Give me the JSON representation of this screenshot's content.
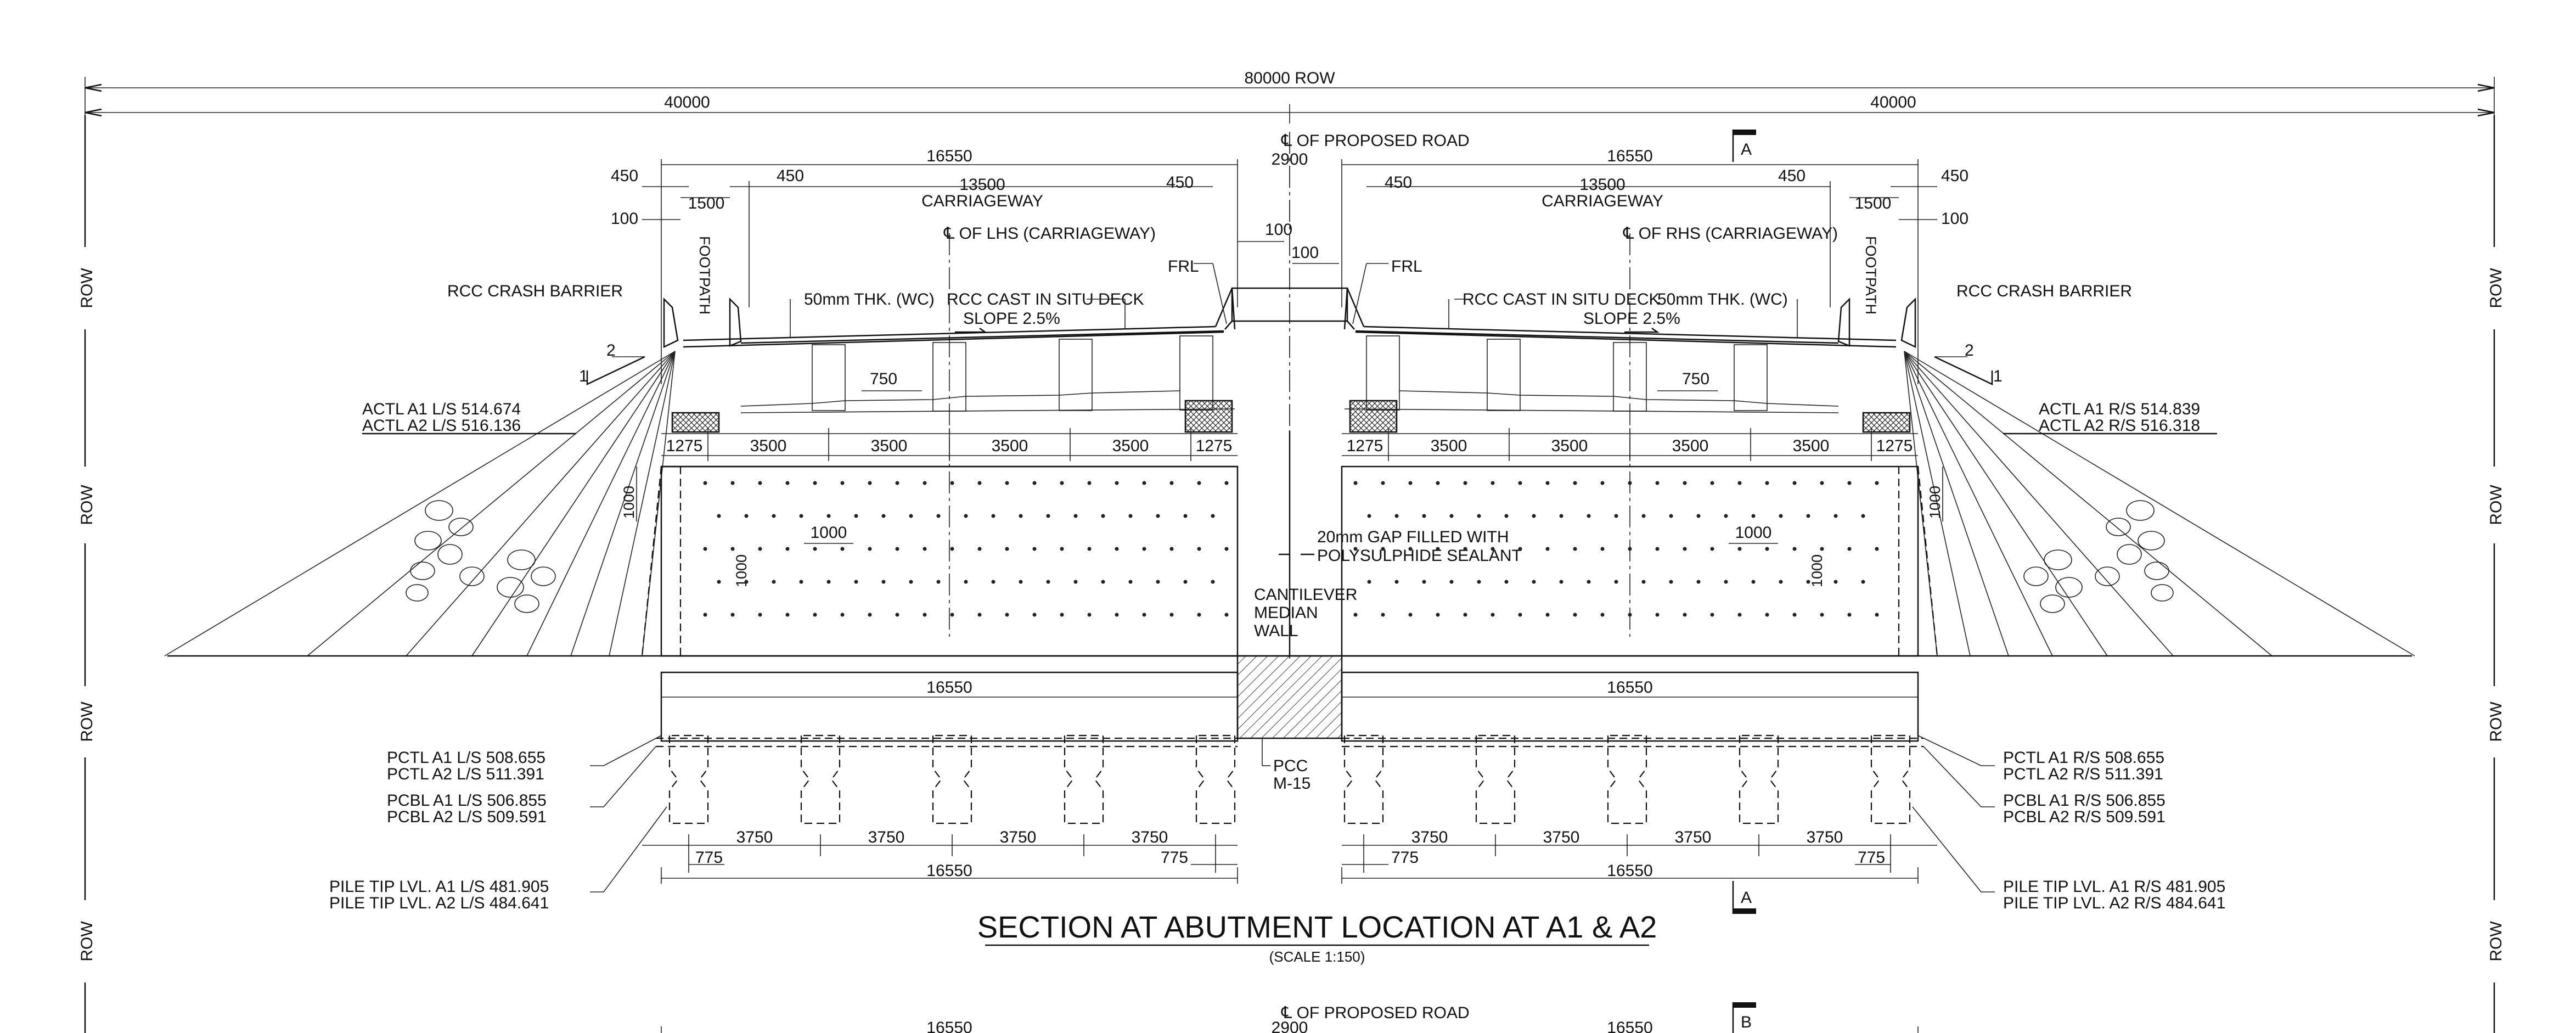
{
  "top": {
    "row_total": "80000 ROW",
    "half_left": "40000",
    "half_right": "40000",
    "centerline_label": "℄ OF PROPOSED ROAD",
    "median_width": "2900",
    "section_marker_top": "A"
  },
  "lhs": {
    "width": "16550",
    "barrier_w": "450",
    "kerb_w": "450",
    "offset": "100",
    "footpath_w": "1500",
    "carriageway_w": "13500",
    "carriageway_label": "CARRIAGEWAY",
    "edge_450": "450",
    "cl_label": "℄ OF LHS (CARRIAGEWAY)",
    "footpath_label": "FOOTPATH",
    "crash_barrier": "RCC CRASH BARRIER",
    "wc_label": "50mm THK. (WC)",
    "deck_label": "RCC CAST IN SITU DECK",
    "slope_label": "SLOPE 2.5%",
    "frl": "FRL",
    "slope_h": "2",
    "slope_v": "1",
    "actl1": "ACTL A1 L/S 514.674",
    "actl2": "ACTL A2 L/S 516.136",
    "bearing_spacing": "750",
    "girders": [
      "1275",
      "3500",
      "3500",
      "3500",
      "3500",
      "1275"
    ],
    "wall_h": "1000",
    "grid_x": "1000",
    "grid_y": "1000",
    "pile_cap_w": "16550",
    "pctl1": "PCTL A1 L/S 508.655",
    "pctl2": "PCTL A2 L/S 511.391",
    "pcbl1": "PCBL A1 L/S 506.855",
    "pcbl2": "PCBL A2 L/S 509.591",
    "pile_spacing": [
      "3750",
      "3750",
      "3750",
      "3750"
    ],
    "edge_775a": "775",
    "edge_775b": "775",
    "bottom_w": "16550",
    "pile_tip1": "PILE TIP LVL. A1 L/S 481.905",
    "pile_tip2": "PILE TIP LVL. A2 L/S 484.641"
  },
  "median": {
    "gap_100_a": "100",
    "gap_100_b": "100",
    "gap_label_1": "20mm GAP FILLED WITH",
    "gap_label_2": "POLYSULPHIDE SEALANT",
    "wall_1": "CANTILEVER",
    "wall_2": "MEDIAN",
    "wall_3": "WALL",
    "pcc_1": "PCC",
    "pcc_2": "M-15"
  },
  "rhs": {
    "width": "16550",
    "barrier_w": "450",
    "kerb_w": "450",
    "offset": "100",
    "footpath_w": "1500",
    "carriageway_w": "13500",
    "carriageway_label": "CARRIAGEWAY",
    "edge_450": "450",
    "cl_label": "℄ OF RHS (CARRIAGEWAY)",
    "footpath_label": "FOOTPATH",
    "crash_barrier": "RCC CRASH BARRIER",
    "wc_label": "50mm THK. (WC)",
    "deck_label": "RCC CAST IN SITU DECK",
    "slope_label": "SLOPE 2.5%",
    "frl": "FRL",
    "slope_h": "2",
    "slope_v": "1",
    "actl1": "ACTL A1 R/S 514.839",
    "actl2": "ACTL A2 R/S 516.318",
    "bearing_spacing": "750",
    "girders": [
      "1275",
      "3500",
      "3500",
      "3500",
      "3500",
      "1275"
    ],
    "wall_h": "1000",
    "grid_x": "1000",
    "grid_y": "1000",
    "pile_cap_w": "16550",
    "pctl1": "PCTL A1 R/S 508.655",
    "pctl2": "PCTL A2 R/S 511.391",
    "pcbl1": "PCBL A1 R/S 506.855",
    "pcbl2": "PCBL A2 R/S 509.591",
    "pile_spacing": [
      "3750",
      "3750",
      "3750",
      "3750"
    ],
    "edge_775a": "775",
    "edge_775b": "775",
    "bottom_w": "16550",
    "pile_tip1": "PILE TIP LVL. A1 R/S 481.905",
    "pile_tip2": "PILE TIP LVL. A2 R/S 484.641"
  },
  "row_label": "ROW",
  "section_marker_bottom": "A",
  "title": "SECTION AT ABUTMENT LOCATION AT A1 & A2",
  "scale": "(SCALE   1:150)",
  "next": {
    "centerline_label": "℄ OF PROPOSED ROAD",
    "median_width": "2900",
    "left_w": "16550",
    "right_w": "16550",
    "marker": "B"
  }
}
